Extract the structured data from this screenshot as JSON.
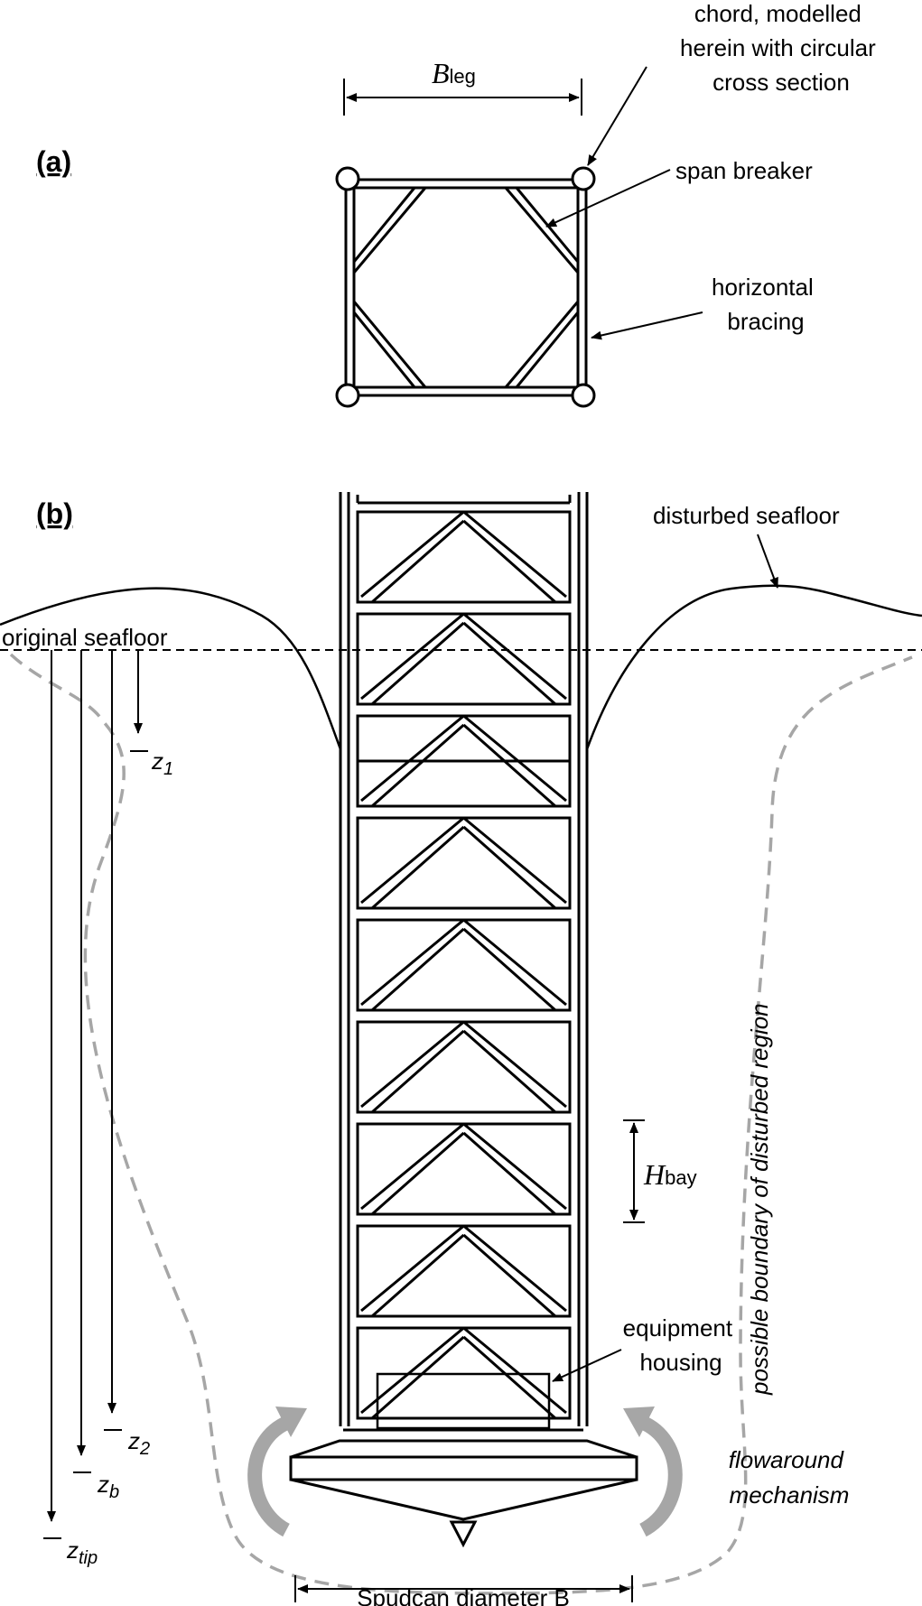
{
  "panel_a": {
    "label": "(a)",
    "dimension_symbol": "B",
    "dimension_subscript": "leg",
    "chord_label_lines": [
      "chord, modelled",
      "herein with circular",
      "cross section"
    ],
    "span_breaker_label": "span breaker",
    "bracing_label_lines": [
      "horizontal",
      "bracing"
    ]
  },
  "panel_b": {
    "label": "(b)",
    "disturbed_seafloor_label": "disturbed seafloor",
    "original_seafloor_label": "original seafloor",
    "depths": [
      {
        "symbol": "z",
        "subscript": "1"
      },
      {
        "symbol": "z",
        "subscript": "2"
      },
      {
        "symbol": "z",
        "subscript": "b"
      },
      {
        "symbol": "z",
        "subscript": "tip"
      }
    ],
    "bay_height_symbol": "H",
    "bay_height_subscript": "bay",
    "boundary_label": "possible boundary of disturbed region",
    "equipment_label_lines": [
      "equipment",
      "housing"
    ],
    "flow_label_lines": [
      "flowaround",
      "mechanism"
    ],
    "spudcan_label": "Spudcan diameter B",
    "boundary_color": "#a6a6a6",
    "arrow_color": "#a6a6a6"
  }
}
